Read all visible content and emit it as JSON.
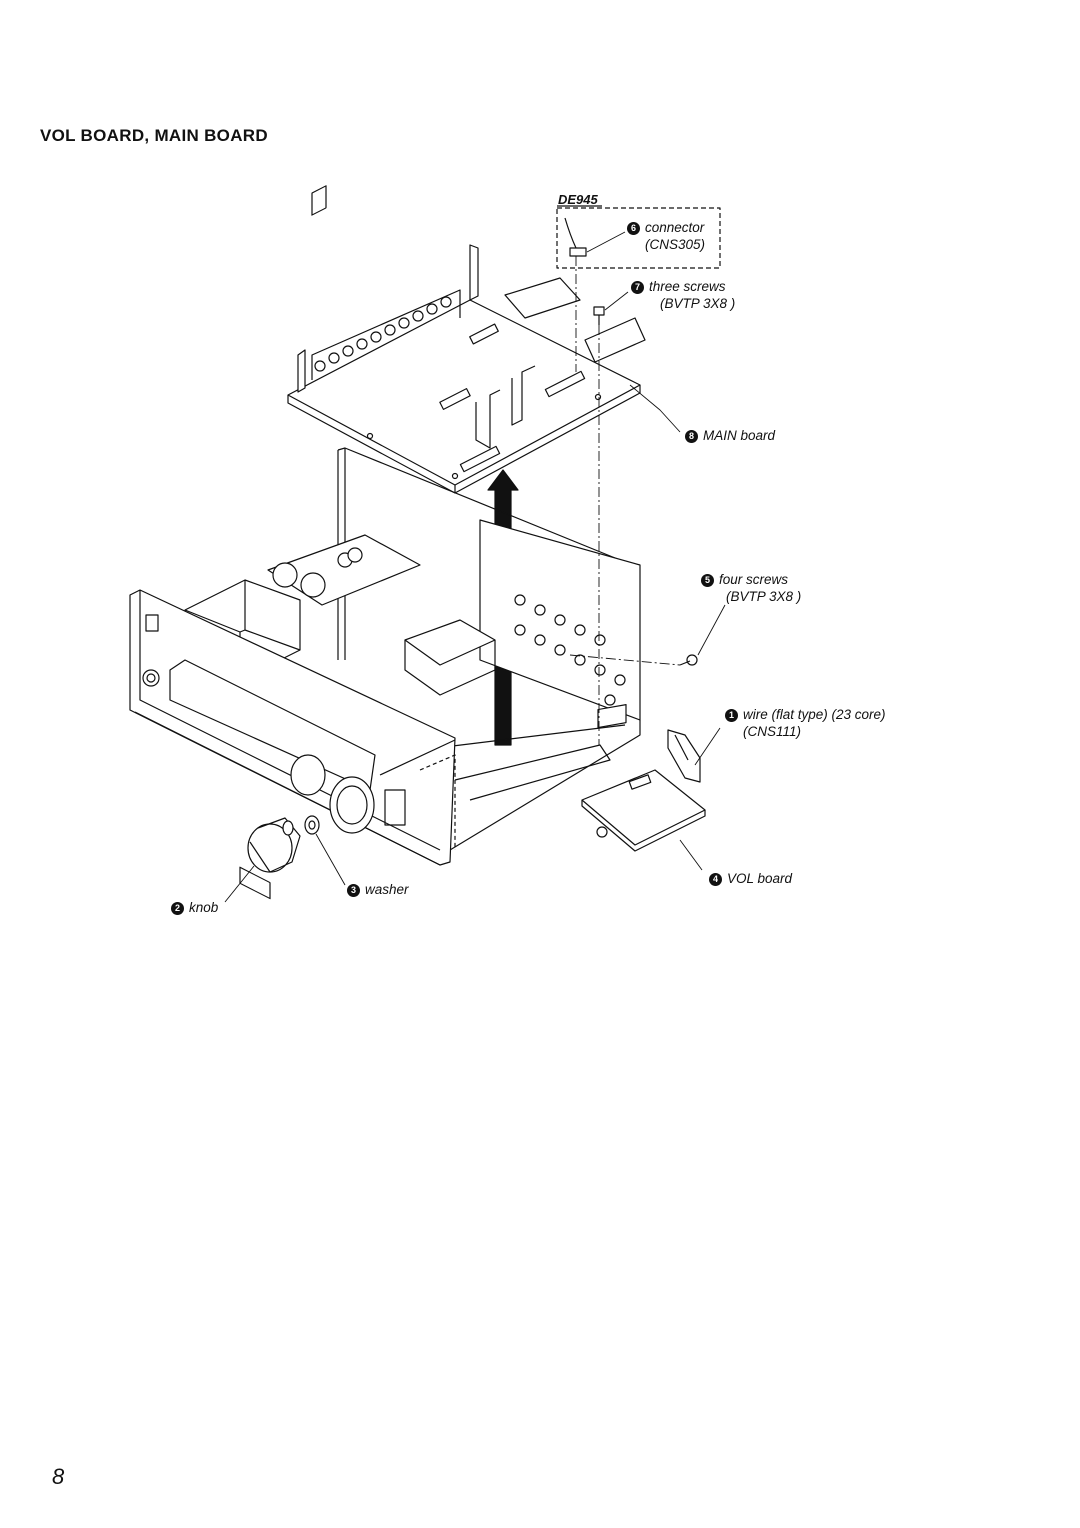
{
  "title": "VOL  BOARD,  MAIN  BOARD",
  "page_number": "8",
  "model_tag": "DE945",
  "callouts": [
    {
      "num": "6",
      "line1": "connector",
      "line2": "(CNS305)"
    },
    {
      "num": "7",
      "line1": "three screws",
      "line2": "(BVTP 3X8 )"
    },
    {
      "num": "8",
      "line1": "MAIN board",
      "line2": ""
    },
    {
      "num": "5",
      "line1": "four screws",
      "line2": "(BVTP 3X8 )"
    },
    {
      "num": "1",
      "line1": "wire (flat type) (23 core)",
      "line2": "(CNS111)"
    },
    {
      "num": "4",
      "line1": "VOL board",
      "line2": ""
    },
    {
      "num": "3",
      "line1": "washer",
      "line2": ""
    },
    {
      "num": "2",
      "line1": "knob",
      "line2": ""
    }
  ]
}
